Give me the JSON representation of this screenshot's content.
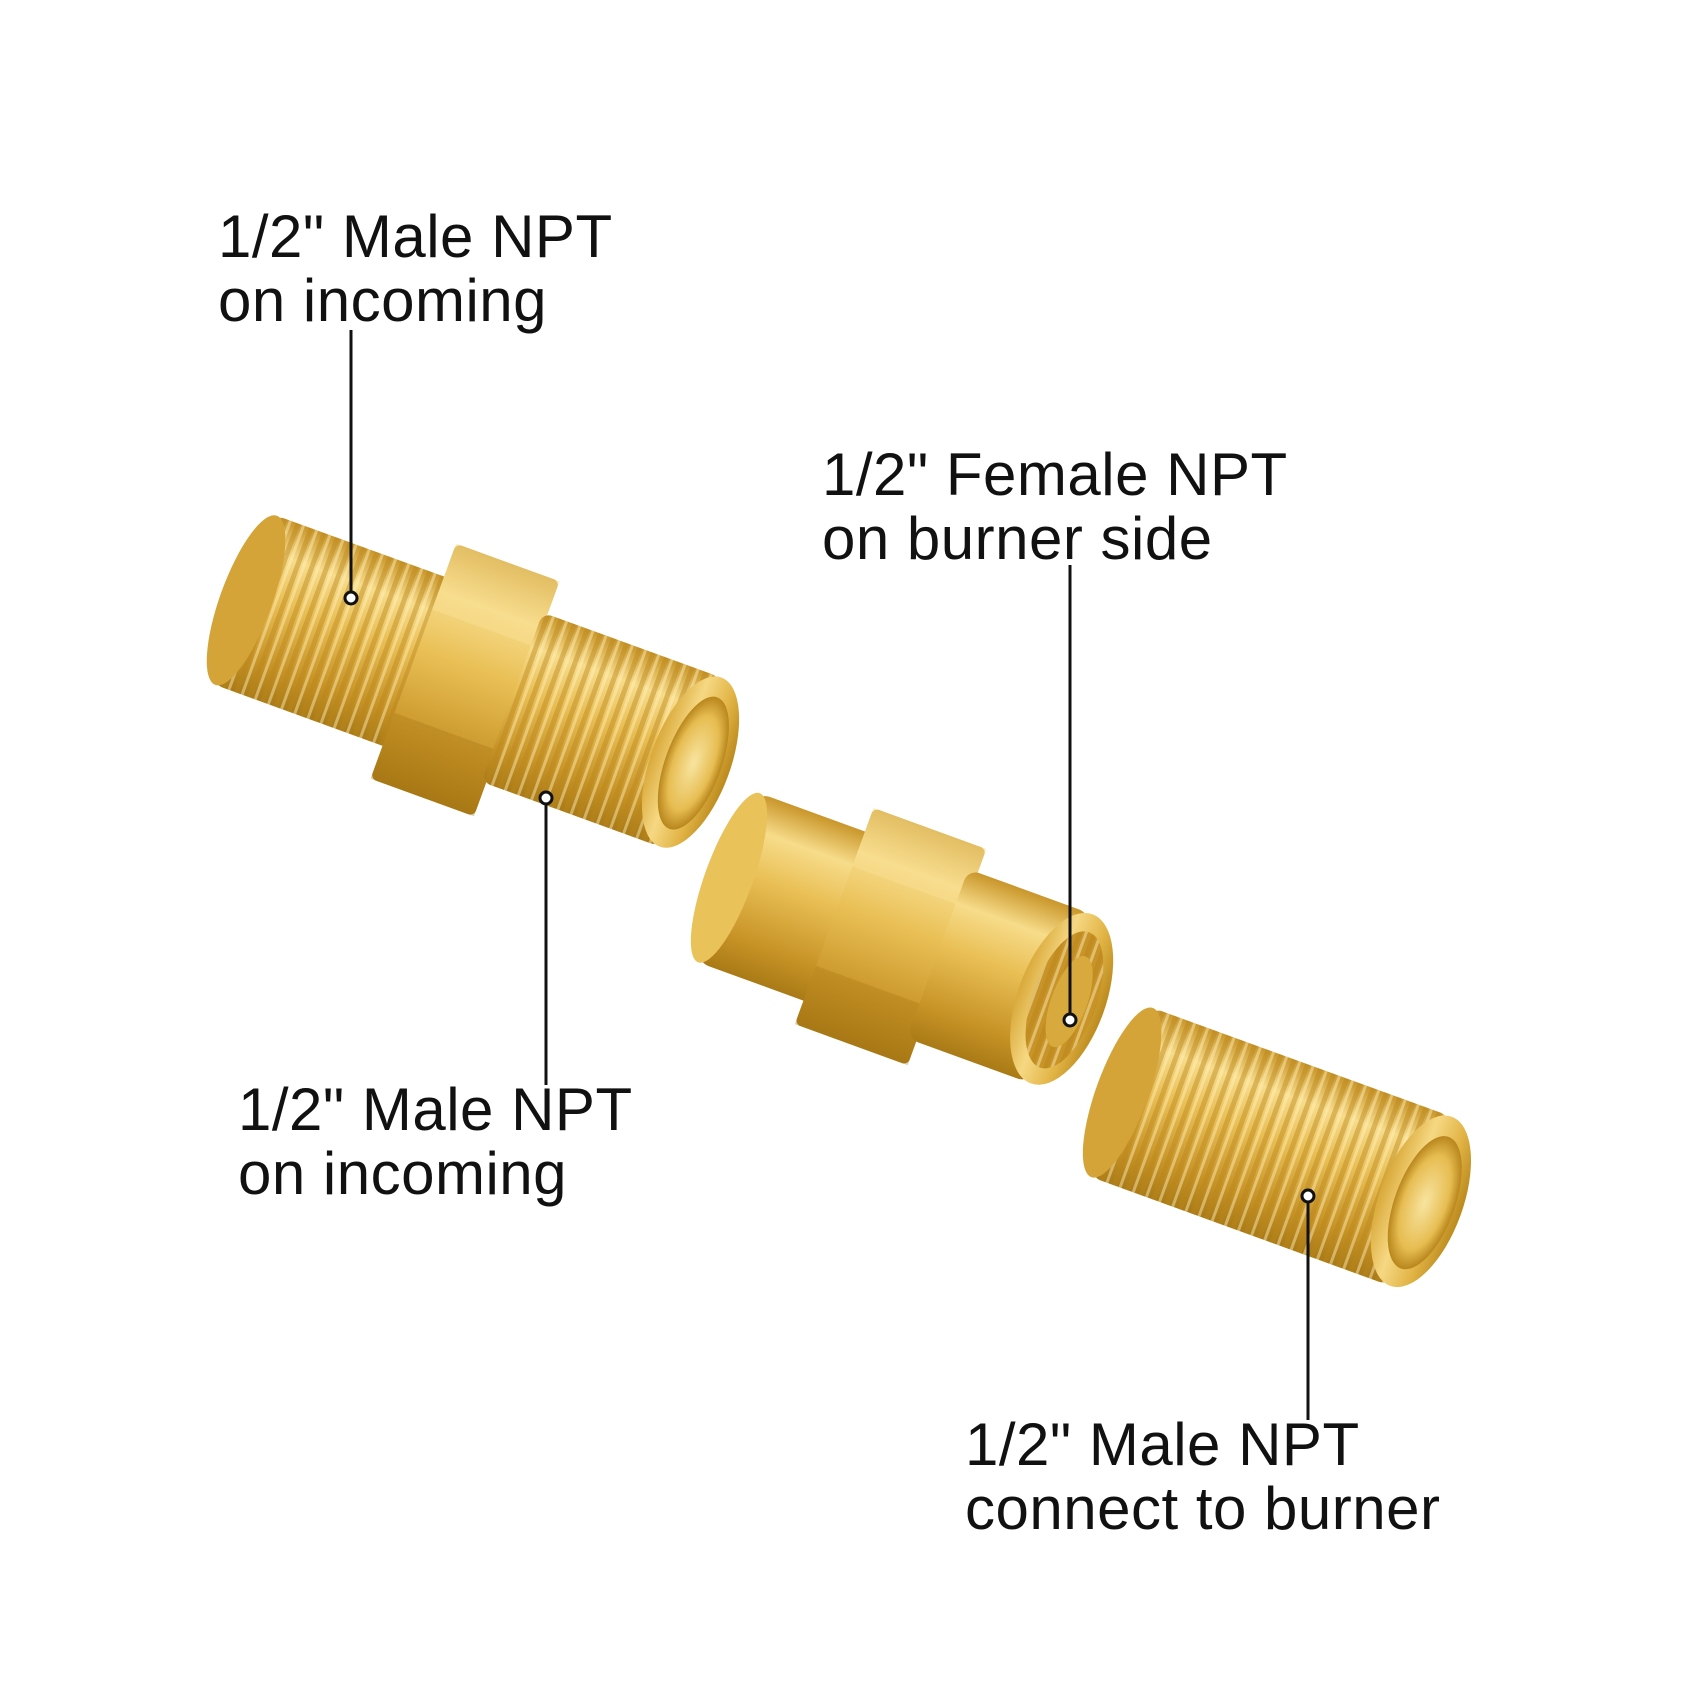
{
  "colors": {
    "brass_light": "#f5d680",
    "brass_mid": "#e0b13e",
    "brass_dark": "#b9861c",
    "leader": "#111111"
  },
  "labels": {
    "male_top": {
      "line1": "1/2\" Male NPT",
      "line2": "on incoming"
    },
    "male_bottom": {
      "line1": "1/2\" Male NPT",
      "line2": "on incoming"
    },
    "female": {
      "line1": "1/2\" Female NPT",
      "line2": "on burner side"
    },
    "burner": {
      "line1": "1/2\" Male NPT",
      "line2": "connect to burner"
    }
  }
}
